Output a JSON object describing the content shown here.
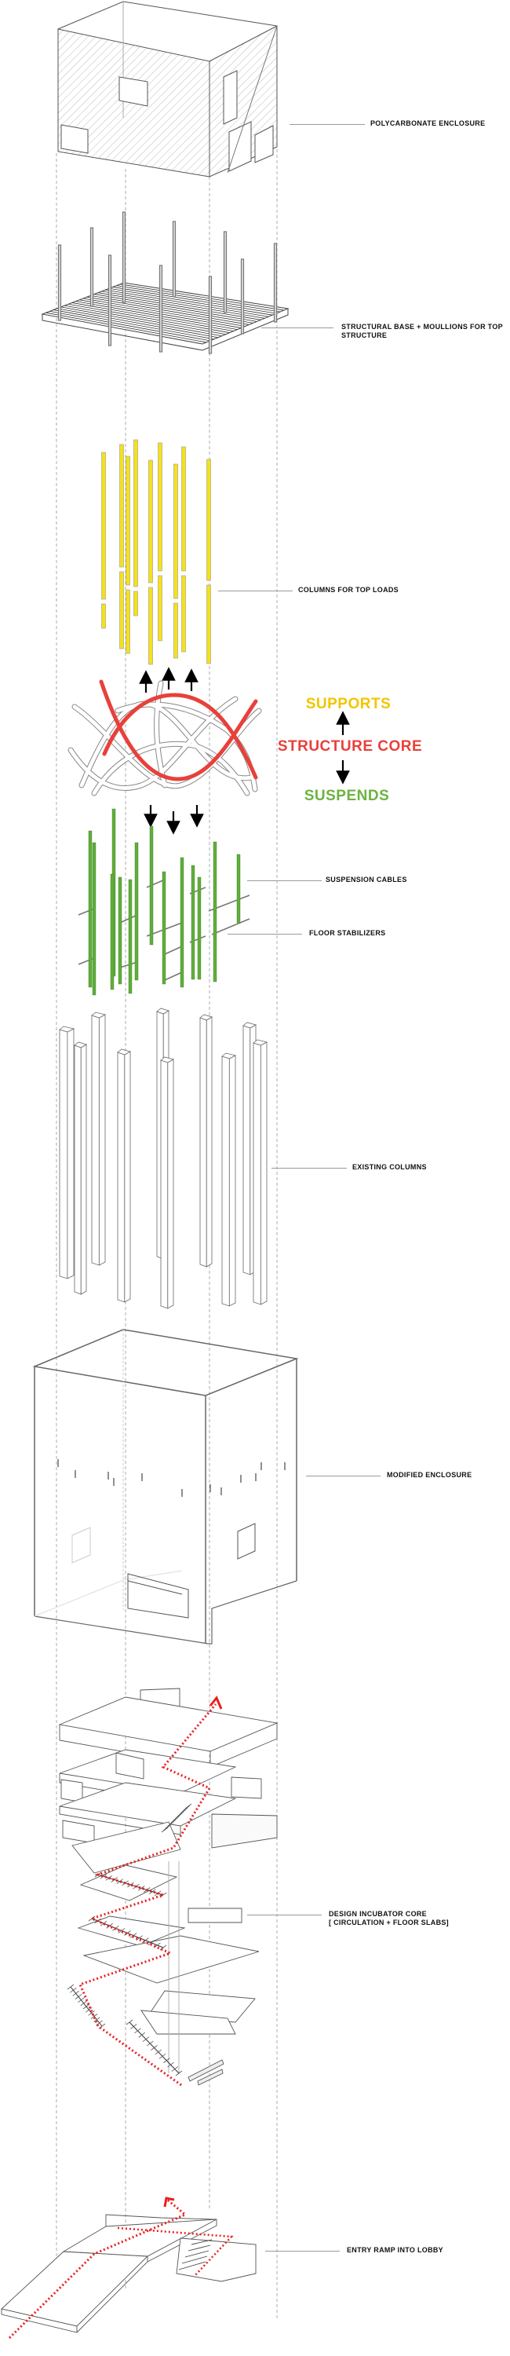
{
  "labels": {
    "polycarbonate_enclosure": "POLYCARBONATE ENCLOSURE",
    "structural_base_line1": "STRUCTURAL BASE + MOULLIONS FOR TOP",
    "structural_base_line2": "STRUCTURE",
    "columns_top_loads": "COLUMNS FOR TOP LOADS",
    "suspension_cables": "SUSPENSION CABLES",
    "floor_stabilizers": "FLOOR STABILIZERS",
    "existing_columns": "EXISTING COLUMNS",
    "modified_enclosure": "MODIFIED ENCLOSURE",
    "design_incubator_line1": "DESIGN INCUBATOR CORE",
    "design_incubator_line2": "[ CIRCULATION + FLOOR SLABS]",
    "entry_ramp": "ENTRY RAMP INTO LOBBY"
  },
  "legend": {
    "supports": "SUPPORTS",
    "structure_core": "STRUCTURE CORE",
    "suspends": "SUSPENDS",
    "supports_color": "#f2c500",
    "structure_core_color": "#e8403a",
    "suspends_color": "#6cb33f"
  },
  "colors": {
    "columns_yellow": "#f5e11a",
    "cables_green": "#5fae3a",
    "circulation_red": "#e8201f",
    "line_gray": "#7a7a7a"
  }
}
